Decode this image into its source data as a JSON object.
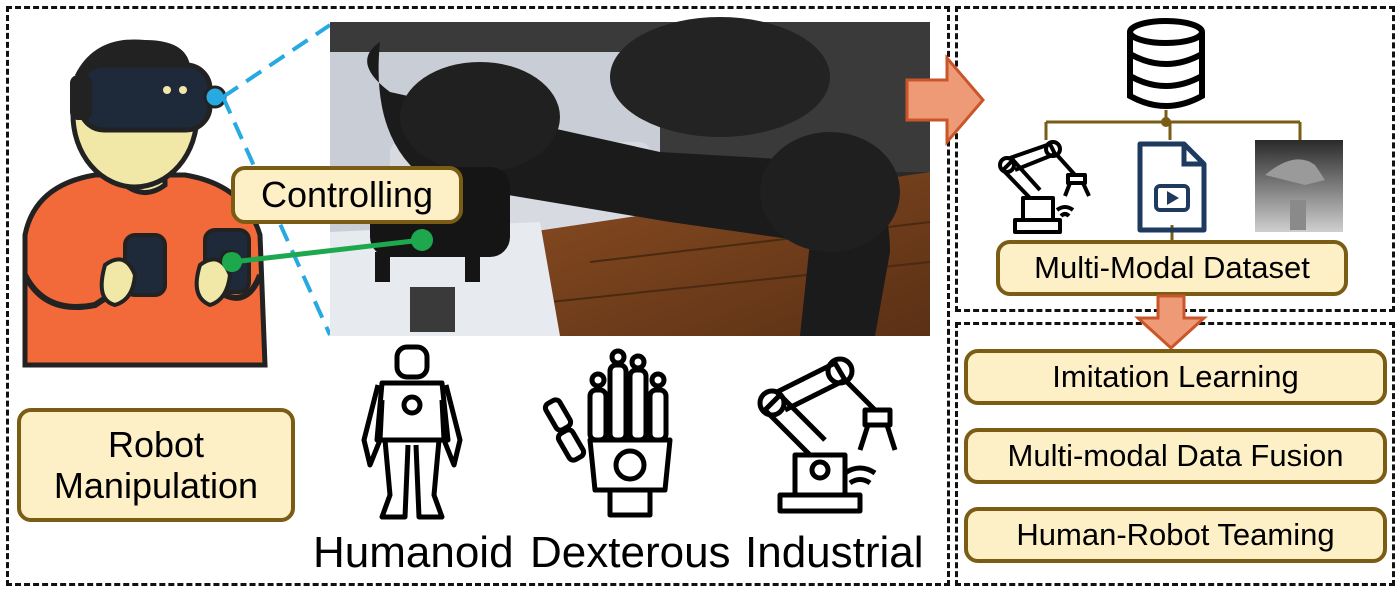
{
  "left_panel": {
    "controlling_label": "Controlling",
    "robot_manipulation_label": "Robot Manipulation",
    "robot_types": [
      {
        "label": "Humanoid",
        "icon": "humanoid-robot-icon"
      },
      {
        "label": "Dexterous",
        "icon": "robot-hand-icon"
      },
      {
        "label": "Industrial",
        "icon": "industrial-arm-icon"
      }
    ]
  },
  "dataset_panel": {
    "dataset_label": "Multi-Modal Dataset",
    "icons": [
      "database-icon",
      "robot-arm-icon",
      "video-file-icon",
      "depth-image-icon"
    ]
  },
  "applications_panel": {
    "items": [
      "Imitation Learning",
      "Multi-modal Data Fusion",
      "Human-Robot Teaming"
    ]
  },
  "colors": {
    "tag_fill": "#fdefc6",
    "tag_border": "#7a5c14",
    "arrow": "#ef9a77",
    "controller_line": "#1ea84e",
    "vr_dashed_line": "#27a9e1",
    "person_shirt": "#f26a3a"
  }
}
